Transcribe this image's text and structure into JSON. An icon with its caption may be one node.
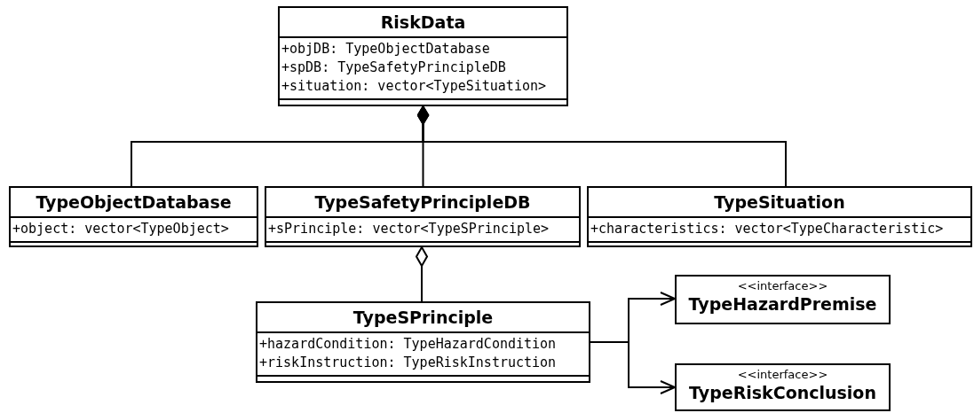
{
  "diagram": {
    "nodes": [
      {
        "text": [
          "RiskData",
          "+objDB: TypeObjectDatabase",
          "+spDB: TypeSafetyPrincipleDB",
          "+situation: vector<TypeSituation>"
        ]
      },
      {
        "text": [
          "TypeObjectDatabase",
          "+object: vector<TypeObject>"
        ]
      },
      {
        "text": [
          "TypeSafetyPrincipleDB",
          "+sPrinciple: vector<TypeSPrinciple>"
        ]
      },
      {
        "text": [
          "TypeSituation",
          "+characteristics: vector<TypeCharacteristic>"
        ]
      },
      {
        "text": [
          "TypeSPrinciple",
          "+hazardCondition: TypeHazardCondition",
          "+riskInstruction: TypeRiskInstruction"
        ]
      },
      {
        "text": [
          "<<interface>>",
          "TypeHazardPremise"
        ]
      },
      {
        "text": [
          "<<interface>>",
          "TypeRiskConclusion"
        ]
      }
    ],
    "edges": [
      {
        "from": 0,
        "to": 1,
        "arrow": "other"
      },
      {
        "from": 0,
        "to": 2,
        "arrow": "other"
      },
      {
        "from": 0,
        "to": 3,
        "arrow": "other"
      },
      {
        "from": 2,
        "to": 4,
        "arrow": "other"
      },
      {
        "from": 4,
        "to": 5,
        "arrow": "to"
      },
      {
        "from": 4,
        "to": 6,
        "arrow": "to"
      }
    ]
  }
}
